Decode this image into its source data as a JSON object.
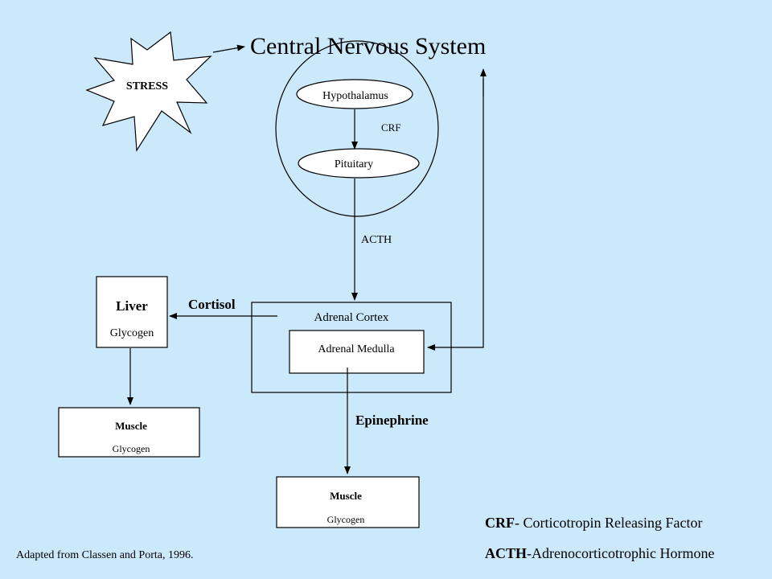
{
  "title": "Central Nervous System",
  "stress_label": "STRESS",
  "hypothalamus_label": "Hypothalamus",
  "crf_label": "CRF",
  "pituitary_label": "Pituitary",
  "acth_label": "ACTH",
  "liver": {
    "title": "Liver",
    "subtitle": "Glycogen"
  },
  "cortisol_label": "Cortisol",
  "adrenal_cortex_label": "Adrenal Cortex",
  "adrenal_medulla_label": "Adrenal Medulla",
  "epinephrine_label": "Epinephrine",
  "muscle_left": {
    "title": "Muscle",
    "subtitle": "Glycogen"
  },
  "muscle_bottom": {
    "title": "Muscle",
    "subtitle": "Glycogen"
  },
  "legend": {
    "crf_abbrev": "CRF",
    "crf_definition": "- Corticotropin Releasing Factor",
    "acth_abbrev": "ACTH",
    "acth_definition": "-Adrenocorticotrophic Hormone"
  },
  "source_note": "Adapted from Classen and Porta, 1996.",
  "colors": {
    "background": "#cce9fb",
    "box_fill": "#ffffff",
    "stroke": "#000000"
  }
}
